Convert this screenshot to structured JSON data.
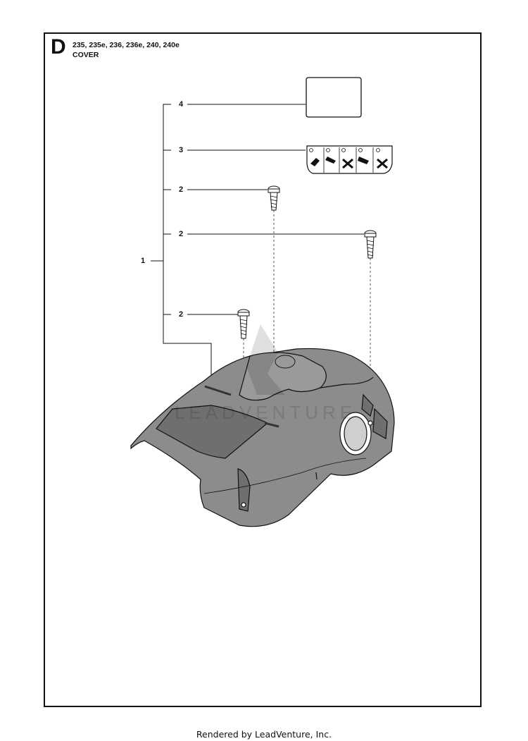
{
  "header": {
    "section_letter": "D",
    "models": "235, 235e, 236, 236e, 240, 240e",
    "title": "COVER"
  },
  "callouts": {
    "part_1": "1",
    "part_2a": "2",
    "part_2b": "2",
    "part_2c": "2",
    "part_3": "3",
    "part_4": "4"
  },
  "watermark": "LEADVENTURE",
  "footer": {
    "text": "Rendered by LeadVenture, Inc."
  },
  "colors": {
    "line": "#111111",
    "cover_fill": "#8c8c8c",
    "cover_dark": "#6f6f6f",
    "background": "#ffffff"
  }
}
